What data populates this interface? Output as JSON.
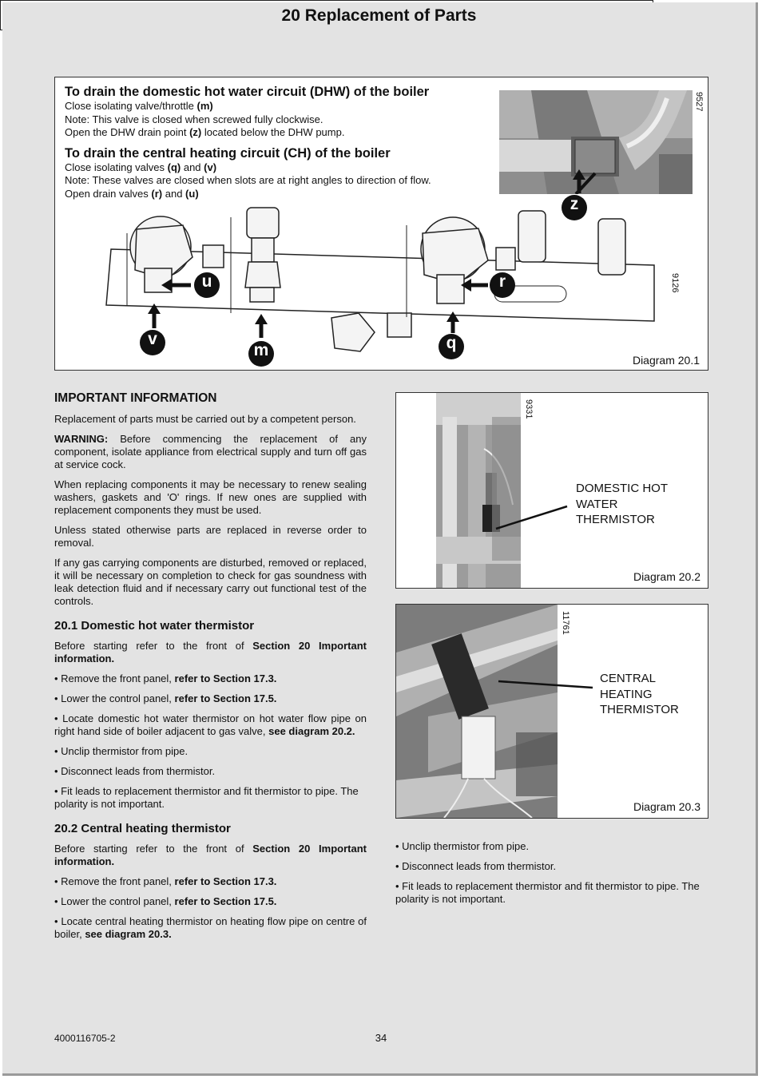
{
  "header": {
    "title": "20 Replacement of Parts"
  },
  "diagram1": {
    "dhw_heading": "To drain the domestic hot water circuit (DHW) of the boiler",
    "dhw_line1_pre": "Close isolating valve/throttle ",
    "dhw_line1_b": "(m)",
    "dhw_line2": "Note: This valve is closed when screwed fully clockwise.",
    "dhw_line3_pre": "Open the DHW drain point ",
    "dhw_line3_b": "(z)",
    "dhw_line3_post": " located below the DHW pump.",
    "ch_heading": "To drain the central heating circuit (CH) of the boiler",
    "ch_line1_pre": "Close isolating valves ",
    "ch_line1_b1": "(q)",
    "ch_line1_mid": " and ",
    "ch_line1_b2": "(v)",
    "ch_line2": "Note: These valves are closed when slots are at right angles to direction of flow.",
    "ch_line3_pre": "Open drain valves ",
    "ch_line3_b1": "(r)",
    "ch_line3_mid": " and ",
    "ch_line3_b2": "(u)",
    "photo_code": "9527",
    "drawing_code": "9126",
    "labels": {
      "z": "z",
      "u": "u",
      "r": "r",
      "v": "v",
      "m": "m",
      "q": "q"
    },
    "caption": "Diagram 20.1"
  },
  "important": {
    "heading": "IMPORTANT INFORMATION",
    "p1": "Replacement of parts must be carried out by a competent person.",
    "p2_b": "WARNING:",
    "p2": " Before commencing the replacement of any component, isolate appliance from electrical supply and turn off gas at service cock.",
    "p3": "When replacing components it may be necessary to renew sealing washers, gaskets and 'O' rings. If new ones are supplied with replacement components they must be used.",
    "p4": "Unless stated otherwise parts are replaced in reverse order to removal.",
    "p5": "If any gas carrying components are disturbed, removed or replaced, it will be necessary on completion to check for gas soundness with leak detection fluid and if necessary carry out functional test of the controls."
  },
  "sec201": {
    "heading": "20.1 Domestic hot water thermistor",
    "intro_pre": "Before starting refer to the front of ",
    "intro_b": "Section 20 Important information.",
    "b1_pre": "• Remove the front panel, ",
    "b1_b": "refer to Section 17.3.",
    "b2_pre": "• Lower the control panel, ",
    "b2_b": "refer to Section 17.5.",
    "b3_pre": "• Locate domestic hot water thermistor on hot water flow pipe on right hand side of boiler adjacent to gas valve, ",
    "b3_b": "see diagram 20.2.",
    "b4": "• Unclip thermistor from pipe.",
    "b5": "• Disconnect leads from thermistor.",
    "b6": "• Fit leads to replacement thermistor and fit thermistor to pipe. The polarity is not important."
  },
  "sec202": {
    "heading": "20.2 Central heating thermistor",
    "intro_pre": "Before starting refer to the front of ",
    "intro_b": "Section 20 Important information.",
    "b1_pre": "• Remove the front panel, ",
    "b1_b": "refer to Section 17.3.",
    "b2_pre": "• Lower the control panel, ",
    "b2_b": "refer to Section 17.5.",
    "b3_pre": "• Locate central heating thermistor on heating flow pipe on centre of boiler, ",
    "b3_b": "see diagram 20.3."
  },
  "diagram2": {
    "code": "9331",
    "callout_l1": "DOMESTIC HOT",
    "callout_l2": "WATER",
    "callout_l3": "THERMISTOR",
    "caption": "Diagram 20.2"
  },
  "diagram3": {
    "code": "11761",
    "callout_l1": "CENTRAL",
    "callout_l2": "HEATING",
    "callout_l3": "THERMISTOR",
    "caption": "Diagram 20.3"
  },
  "right_col": {
    "b1": "• Unclip thermistor from pipe.",
    "b2": "• Disconnect leads from thermistor.",
    "b3": "• Fit leads to replacement thermistor and fit thermistor to pipe. The polarity is not important."
  },
  "footer": {
    "doc_number": "4000116705-2",
    "page_number": "34"
  }
}
